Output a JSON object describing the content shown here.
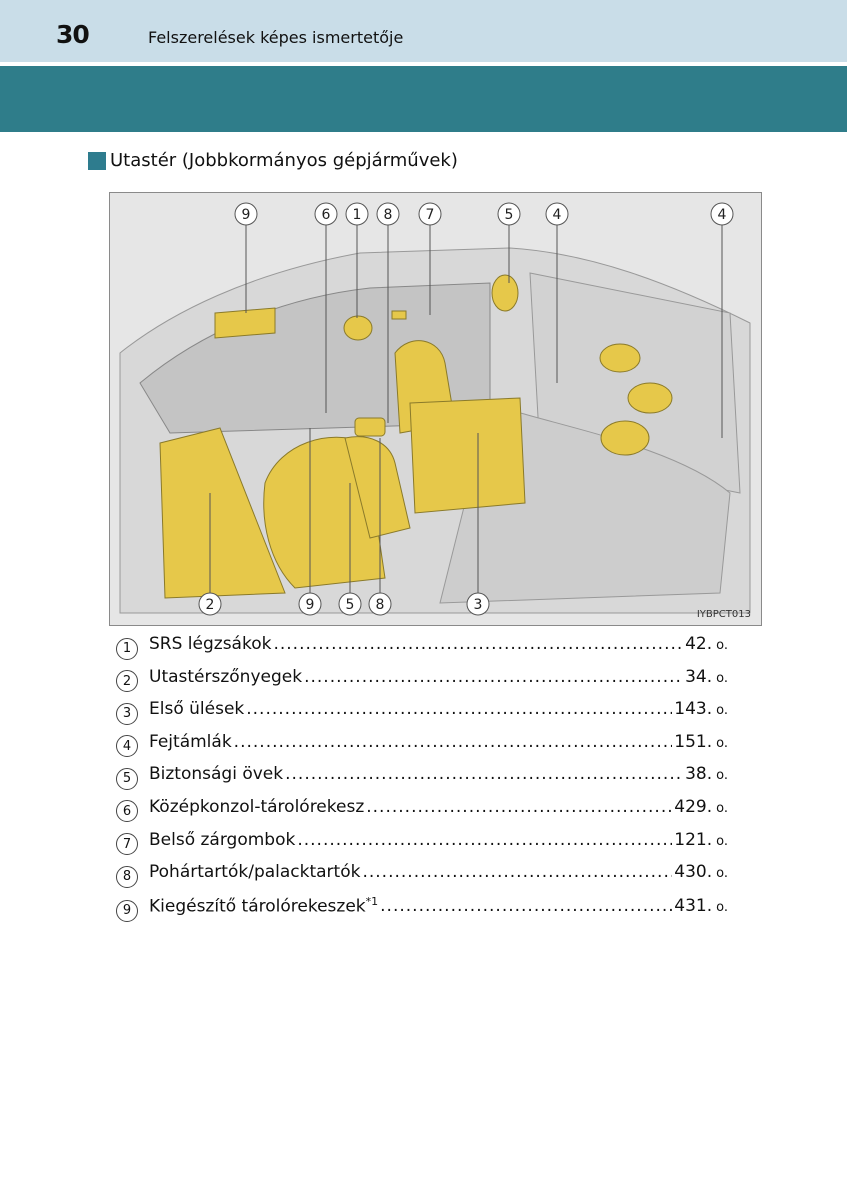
{
  "header": {
    "page_number": "30",
    "running_title": "Felszerelések képes ismertetője"
  },
  "section": {
    "title": "Utastér (Jobbkormányos gépjárművek)"
  },
  "figure": {
    "code": "IYBPCT013",
    "top_callouts": [
      "9",
      "6",
      "1",
      "8",
      "7",
      "5",
      "4",
      "4"
    ],
    "bottom_callouts": [
      "2",
      "9",
      "5",
      "8",
      "3"
    ],
    "highlight_color": "#e6c84a",
    "interior_color": "#cfcfcf",
    "line_color": "#555555"
  },
  "items": [
    {
      "num": "1",
      "label": "SRS légzsákok",
      "page": "42.",
      "unit": "o."
    },
    {
      "num": "2",
      "label": "Utastérszőnyegek",
      "page": "34.",
      "unit": "o."
    },
    {
      "num": "3",
      "label": "Első ülések",
      "page": "143.",
      "unit": "o."
    },
    {
      "num": "4",
      "label": "Fejtámlák",
      "page": "151.",
      "unit": "o."
    },
    {
      "num": "5",
      "label": "Biztonsági övek",
      "page": "38.",
      "unit": "o."
    },
    {
      "num": "6",
      "label": "Középkonzol-tárolórekesz",
      "page": "429.",
      "unit": "o."
    },
    {
      "num": "7",
      "label": "Belső zárgombok",
      "page": "121.",
      "unit": "o."
    },
    {
      "num": "8",
      "label": "Pohártartók/palacktartók",
      "page": "430.",
      "unit": "o."
    },
    {
      "num": "9",
      "label": "Kiegészítő tárolórekeszek",
      "sup": "*1",
      "page": "431.",
      "unit": "o."
    }
  ]
}
